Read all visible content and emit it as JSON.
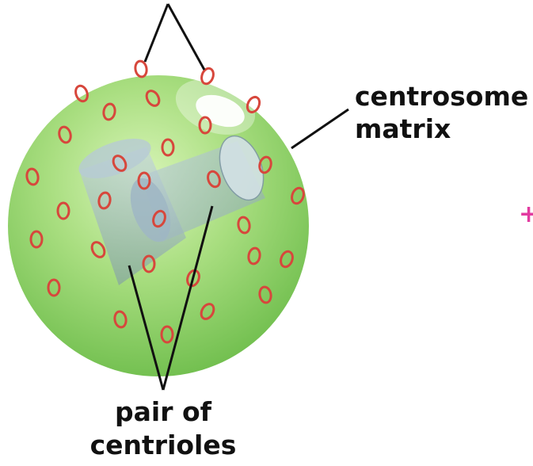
{
  "labels": {
    "centrosome": [
      "centrosome",
      "matrix"
    ],
    "centrioles": [
      "pair of",
      "centrioles"
    ],
    "plus_sign": "+"
  },
  "colors": {
    "matrix_green": "#8fd15f",
    "matrix_light": "#d9f5b8",
    "matrix_dark": "#4f9a3a",
    "gamma_ring": "#d7473c",
    "centriole": "#9fb6c4",
    "plus_magenta": "#e23aa0",
    "leader": "#111111"
  },
  "icons": {
    "ring_marker": "red-ring-icon",
    "centriole": "cylinder-icon"
  }
}
